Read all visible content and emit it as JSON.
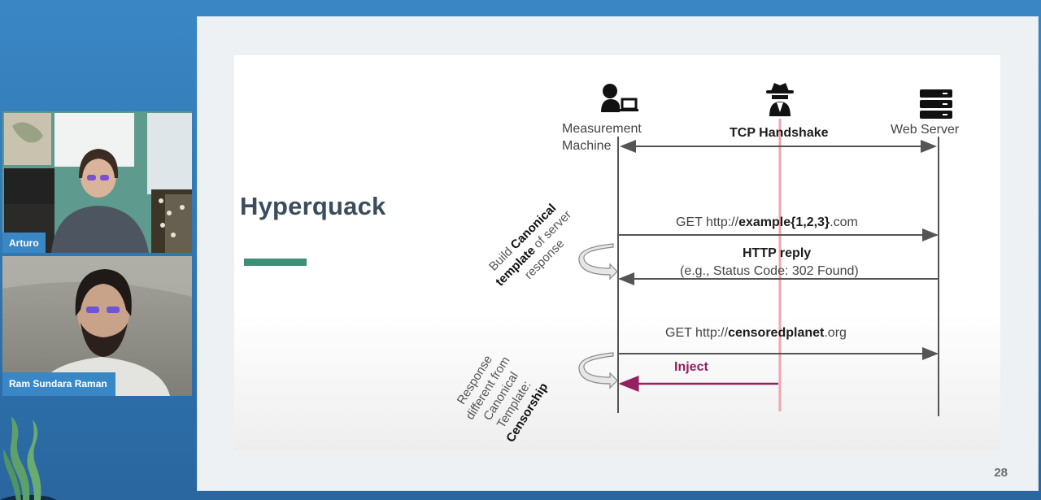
{
  "participants": [
    {
      "name": "Arturo"
    },
    {
      "name": "Ram Sundara Raman"
    }
  ],
  "slide": {
    "title": "Hyperquack",
    "page_number": "28",
    "accent_color": "#3e8f77",
    "diagram": {
      "actors": [
        {
          "id": "measurement-machine",
          "label_line1": "Measurement",
          "label_line2": "Machine",
          "icon": "user-laptop-icon"
        },
        {
          "id": "censor",
          "label": "TCP Handshake",
          "icon": "spy-icon"
        },
        {
          "id": "web-server",
          "label": "Web Server",
          "icon": "server-icon"
        }
      ],
      "messages": {
        "get1_prefix": "GET http://",
        "get1_bold": "example{1,2,3}",
        "get1_suffix": ".com",
        "reply_title": "HTTP reply",
        "reply_detail": "(e.g., Status Code: 302 Found)",
        "get2_prefix": "GET http://",
        "get2_bold": "censoredplanet",
        "get2_suffix": ".org",
        "inject": "Inject"
      },
      "notes": {
        "build_1": "Build ",
        "build_bold1": "Canonical",
        "build_bold2": "template",
        "build_2": " of server",
        "build_3": "response",
        "resp_1": "Response",
        "resp_2": "different from",
        "resp_3": "Canonical",
        "resp_4": "Template:",
        "resp_bold": "Censorship"
      },
      "colors": {
        "line": "#555555",
        "censor_line": "#f0a6ae",
        "inject": "#93205f"
      }
    }
  }
}
